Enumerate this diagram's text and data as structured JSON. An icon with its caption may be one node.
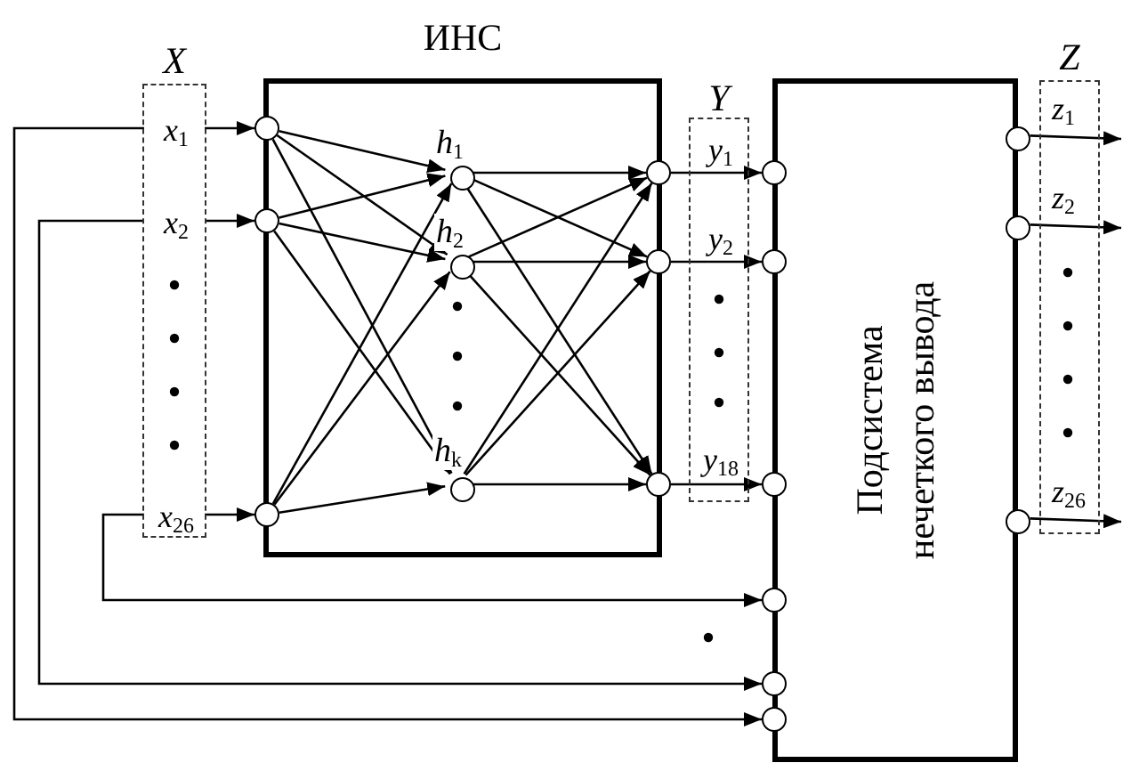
{
  "diagram": {
    "nodes": [
      {
        "text": [
          "X"
        ]
      },
      {
        "text": [
          "*x*$_{1}$"
        ],
        "in": 0
      },
      {
        "text": [
          "*x*$_{2}$"
        ],
        "in": 0
      },
      {
        "text": [
          "*x*$_{26}$"
        ],
        "in": 0
      },
      {
        "text": [
          "ИНС"
        ]
      },
      {
        "text": [],
        "shape": "circle"
      },
      {
        "text": [],
        "shape": "circle"
      },
      {
        "text": [],
        "shape": "circle"
      },
      {
        "text": [],
        "shape": "circle",
        "in": 4,
        "beside": [
          "*h*$_{1}$"
        ]
      },
      {
        "text": [],
        "shape": "circle",
        "in": 4,
        "beside": [
          "*h*$_{2}$"
        ]
      },
      {
        "text": [],
        "shape": "circle",
        "in": 4,
        "beside": [
          "*h*$_{k}$"
        ]
      },
      {
        "text": [],
        "shape": "circle"
      },
      {
        "text": [],
        "shape": "circle"
      },
      {
        "text": [],
        "shape": "circle"
      },
      {
        "text": [
          "Y"
        ]
      },
      {
        "text": [
          "*y*$_{1}$"
        ],
        "in": 14
      },
      {
        "text": [
          "*y*$_{2}$"
        ],
        "in": 14
      },
      {
        "text": [
          "*y*$_{18}$"
        ],
        "in": 14
      },
      {
        "text": [
          "Подсистема нечеткого вывода"
        ]
      },
      {
        "text": [],
        "shape": "circle"
      },
      {
        "text": [],
        "shape": "circle"
      },
      {
        "text": [],
        "shape": "circle"
      },
      {
        "text": [],
        "shape": "circle"
      },
      {
        "text": [],
        "shape": "circle"
      },
      {
        "text": [],
        "shape": "circle"
      },
      {
        "text": [],
        "shape": "circle"
      },
      {
        "text": [],
        "shape": "circle"
      },
      {
        "text": [],
        "shape": "circle"
      },
      {
        "text": [
          "Z"
        ]
      },
      {
        "text": [
          "*z*$_{1}$"
        ],
        "in": 28
      },
      {
        "text": [
          "*z*$_{2}$"
        ],
        "in": 28
      },
      {
        "text": [
          "*z*$_{26}$"
        ],
        "in": 28
      }
    ],
    "edges": [
      {
        "from": 1,
        "to": 5,
        "arrow": "to"
      },
      {
        "from": 2,
        "to": 6,
        "arrow": "to"
      },
      {
        "from": 3,
        "to": 7,
        "arrow": "to"
      },
      {
        "from": 5,
        "to": 8,
        "arrow": "to"
      },
      {
        "from": 5,
        "to": 9,
        "arrow": "to"
      },
      {
        "from": 5,
        "to": 10,
        "arrow": "to"
      },
      {
        "from": 6,
        "to": 8,
        "arrow": "to"
      },
      {
        "from": 6,
        "to": 9,
        "arrow": "to"
      },
      {
        "from": 6,
        "to": 10,
        "arrow": "to"
      },
      {
        "from": 7,
        "to": 8,
        "arrow": "to"
      },
      {
        "from": 7,
        "to": 9,
        "arrow": "to"
      },
      {
        "from": 7,
        "to": 10,
        "arrow": "to"
      },
      {
        "from": 8,
        "to": 11,
        "arrow": "to"
      },
      {
        "from": 8,
        "to": 12,
        "arrow": "to"
      },
      {
        "from": 8,
        "to": 13,
        "arrow": "to"
      },
      {
        "from": 9,
        "to": 11,
        "arrow": "to"
      },
      {
        "from": 9,
        "to": 12,
        "arrow": "to"
      },
      {
        "from": 9,
        "to": 13,
        "arrow": "to"
      },
      {
        "from": 10,
        "to": 11,
        "arrow": "to"
      },
      {
        "from": 10,
        "to": 12,
        "arrow": "to"
      },
      {
        "from": 10,
        "to": 13,
        "arrow": "to"
      },
      {
        "from": 11,
        "to": 19,
        "arrow": "to"
      },
      {
        "from": 12,
        "to": 20,
        "arrow": "to"
      },
      {
        "from": 13,
        "to": 21,
        "arrow": "to"
      },
      {
        "from": 3,
        "to": 22,
        "arrow": "to"
      },
      {
        "from": 2,
        "to": 23,
        "arrow": "to"
      },
      {
        "from": 1,
        "to": 24,
        "arrow": "to"
      },
      {
        "from": 25,
        "to": 29,
        "arrow": "to"
      },
      {
        "from": 26,
        "to": 30,
        "arrow": "to"
      },
      {
        "from": 27,
        "to": 31,
        "arrow": "to"
      }
    ]
  }
}
